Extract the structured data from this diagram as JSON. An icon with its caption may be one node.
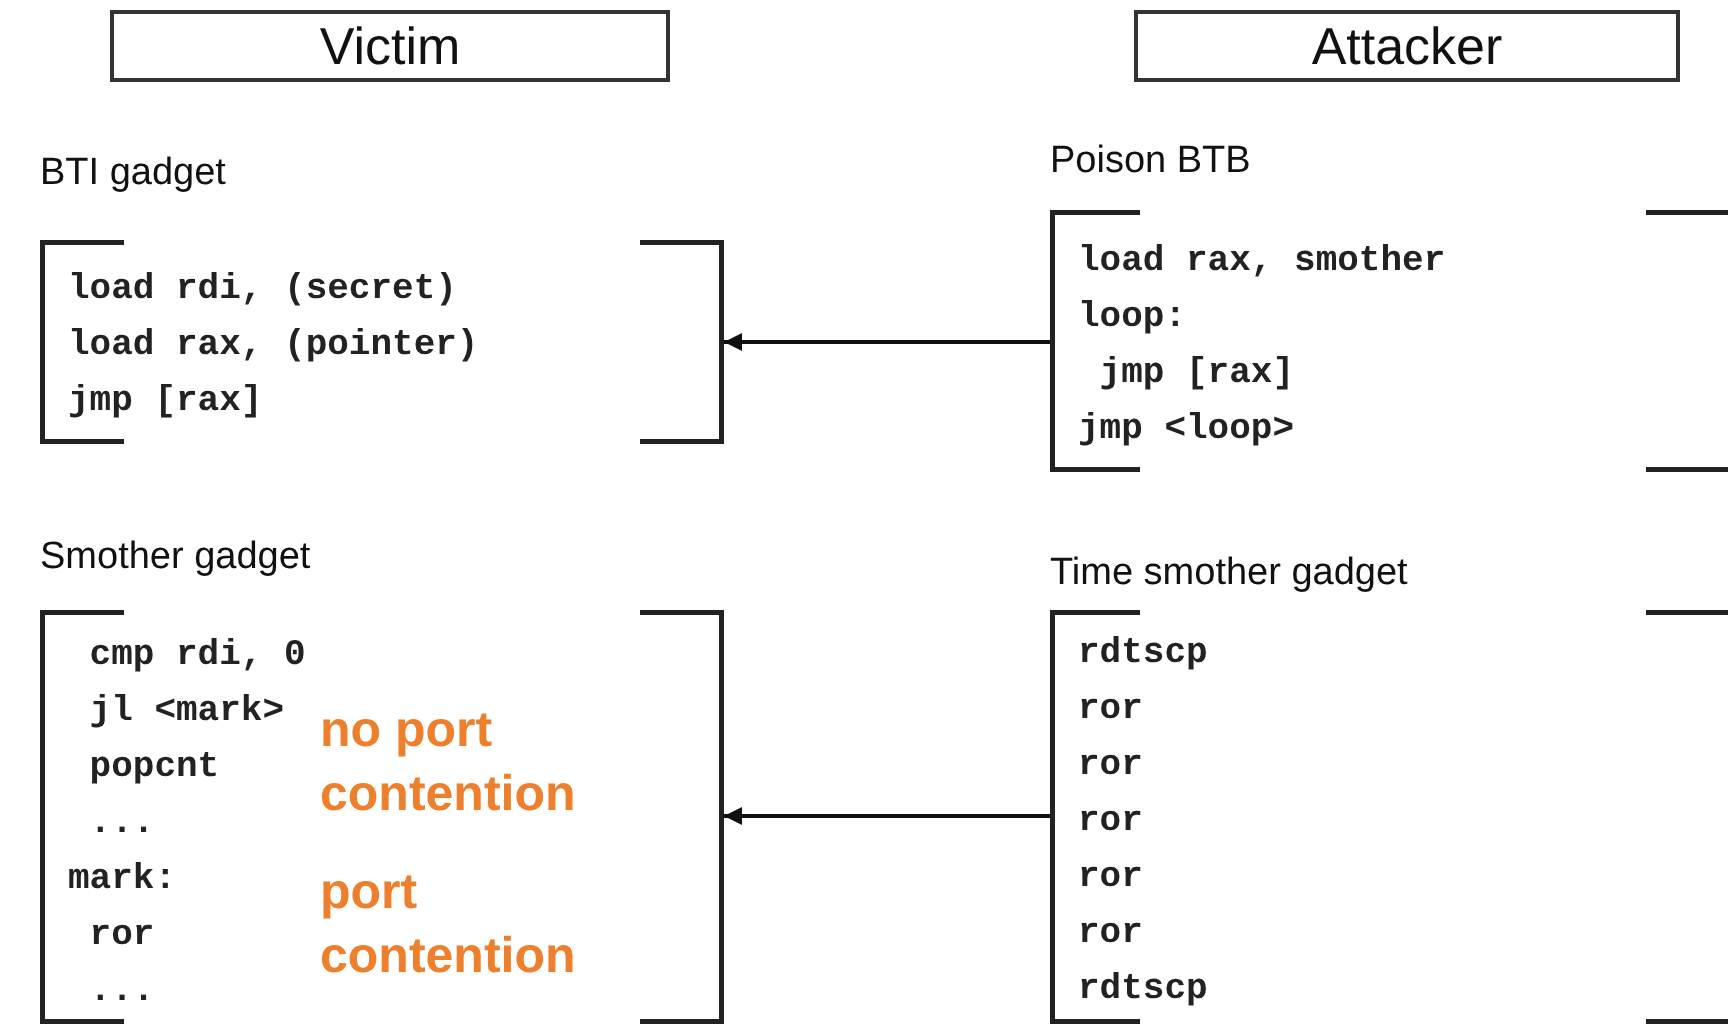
{
  "diagram": {
    "nodes": [
      {
        "text": [
          "Victim"
        ]
      },
      {
        "text": [
          "Attacker"
        ]
      },
      {
        "text": [
          "BTI gadget",
          "load rdi, (secret)",
          "load rax, (pointer)",
          "jmp [rax]"
        ]
      },
      {
        "text": [
          "Poison BTB",
          "load rax, smother",
          "loop:",
          "jmp [rax]",
          "jmp <loop>"
        ]
      },
      {
        "text": [
          "Smother gadget",
          "cmp rdi, 0",
          "jl <mark>",
          "popcnt",
          "...",
          "mark:",
          "ror",
          "..."
        ]
      },
      {
        "text": [
          "Time smother gadget",
          "rdtscp",
          "ror",
          "ror",
          "ror",
          "ror",
          "ror",
          "rdtscp"
        ]
      }
    ],
    "edges": [
      {
        "from": 3,
        "to": 2,
        "arrow": "to"
      },
      {
        "from": 5,
        "to": 4,
        "arrow": "to"
      }
    ],
    "labels": [
      "no port contention",
      "port contention"
    ]
  }
}
